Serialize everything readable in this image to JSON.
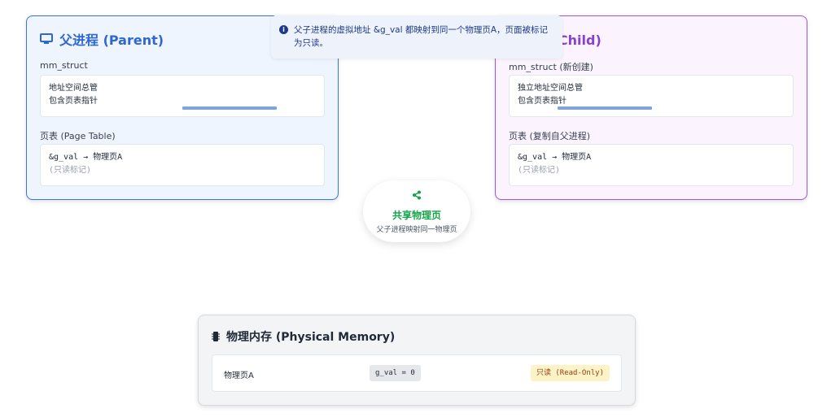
{
  "parent": {
    "title": "父进程 (Parent)",
    "mm_label": "mm_struct",
    "mm_lines": [
      "地址空间总管",
      "包含页表指针"
    ],
    "pt_label": "页表 (Page Table)",
    "pt_line1": "&g_val → 物理页A",
    "pt_line2": "(只读标记)"
  },
  "child": {
    "title": "子进程 (Child)",
    "mm_label": "mm_struct (新创建)",
    "mm_lines": [
      "独立地址空间总管",
      "包含页表指针"
    ],
    "pt_label": "页表 (复制自父进程)",
    "pt_line1": "&g_val → 物理页A",
    "pt_line2": "(只读标记)"
  },
  "tooltip": {
    "text": "父子进程的虚拟地址 &g_val 都映射到同一个物理页A，页面被标记为只读。",
    "icon": "info-icon"
  },
  "shared": {
    "title": "共享物理页",
    "subtitle": "父子进程映射同一物理页",
    "icon": "share-icon"
  },
  "memory": {
    "title": "物理内存 (Physical Memory)",
    "page": "物理页A",
    "value": "g_val = 0",
    "badge": "只读 (Read-Only)",
    "icon": "memory-chip-icon"
  },
  "colors": {
    "parent_accent": "#2f66d1",
    "child_accent": "#8a3fd0",
    "shared_accent": "#16a34a",
    "readonly_bg": "#fef3c7"
  }
}
